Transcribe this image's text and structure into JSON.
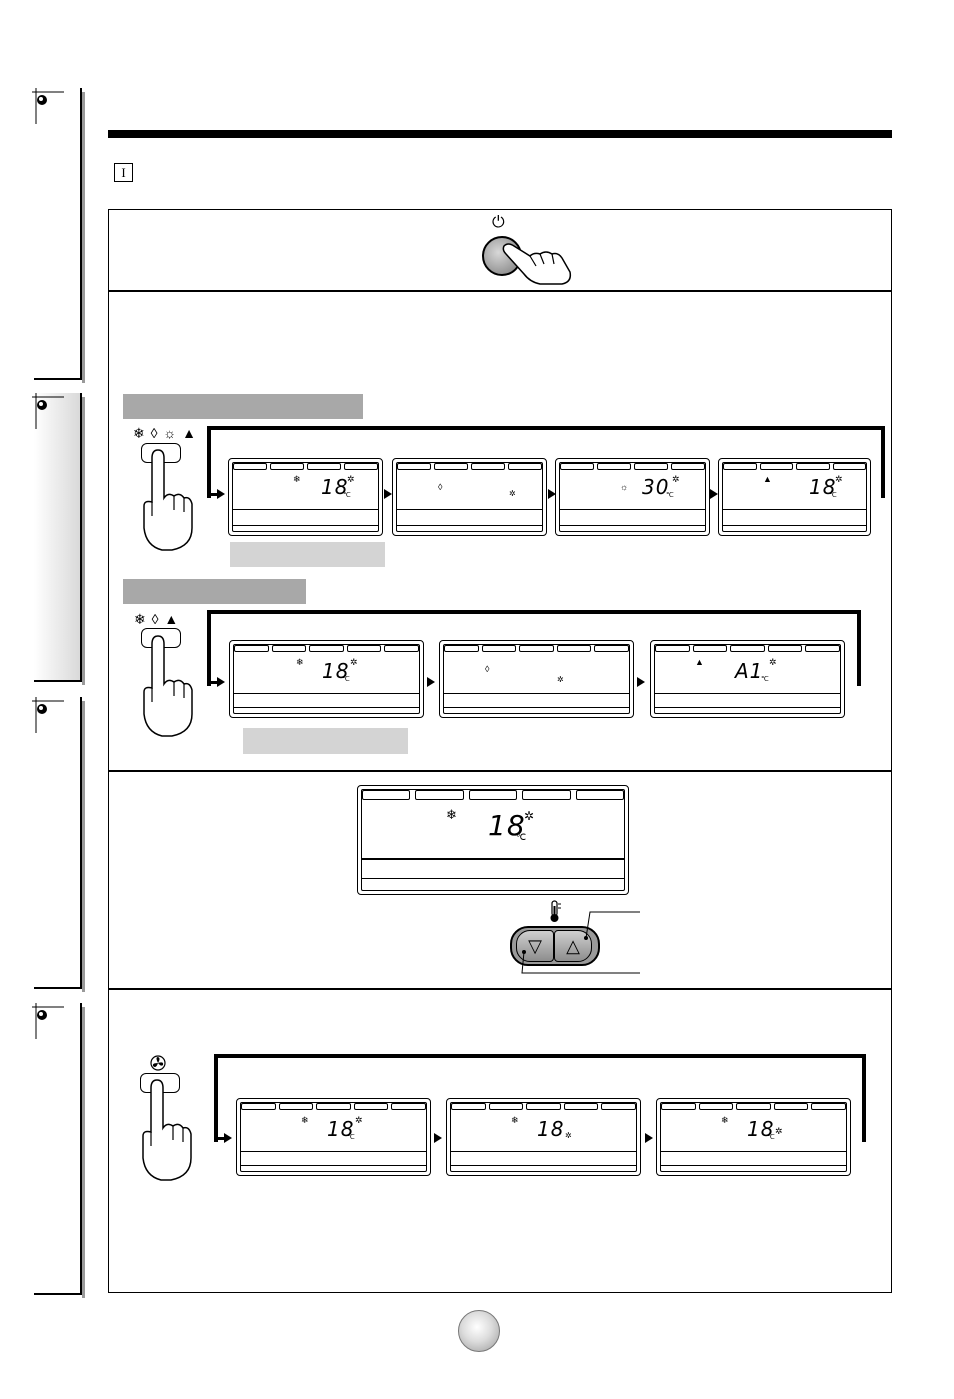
{
  "header": {
    "section_marker": "I"
  },
  "power_button": {
    "symbol": "⏻",
    "icon": "power-button-icon"
  },
  "mode_cycle_a": {
    "button_symbols": "❄ ◊ ☼ ▲",
    "panels": [
      {
        "mode_icon": "❄",
        "temp": "18",
        "unit": "℃",
        "fan": "✲"
      },
      {
        "mode_icon": "◊",
        "temp": "",
        "unit": "",
        "fan": "✲"
      },
      {
        "mode_icon": "☼",
        "temp": "30",
        "unit": "℃",
        "fan": "✲"
      },
      {
        "mode_icon": "▲",
        "temp": "18",
        "unit": "℃",
        "fan": "✲"
      }
    ]
  },
  "mode_cycle_b": {
    "button_symbols": "❄ ◊ ▲",
    "panels": [
      {
        "mode_icon": "❄",
        "temp": "18",
        "unit": "℃",
        "fan": "✲"
      },
      {
        "mode_icon": "◊",
        "temp": "",
        "unit": "",
        "fan": "✲"
      },
      {
        "mode_icon": "▲",
        "temp": "A1",
        "unit": "℃",
        "fan": "✲"
      }
    ]
  },
  "temp_section": {
    "panel": {
      "mode_icon": "❄",
      "temp": "18",
      "unit": "℃",
      "fan": "✲"
    },
    "thermo_icon": "thermometer-icon",
    "down_symbol": "▽",
    "up_symbol": "△"
  },
  "fan_cycle": {
    "button_icon": "fan-icon",
    "panels": [
      {
        "mode_icon": "❄",
        "temp": "18",
        "unit": "℃",
        "fan": "✲"
      },
      {
        "mode_icon": "❄",
        "temp": "18",
        "unit": "",
        "fan": "✲"
      },
      {
        "mode_icon": "❄",
        "temp": "18",
        "unit": "℃",
        "fan": "✲"
      }
    ]
  }
}
